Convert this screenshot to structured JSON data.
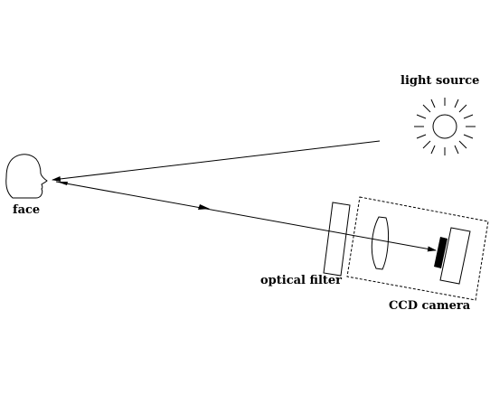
{
  "labels": {
    "light_source": "light source",
    "face": "face",
    "optical_filter": "optical filter",
    "ccd_camera": "CCD camera"
  },
  "colors": {
    "ink": "#000000",
    "background": "#ffffff"
  },
  "icons": {
    "sun": "sun-icon",
    "face": "face-profile-icon"
  }
}
